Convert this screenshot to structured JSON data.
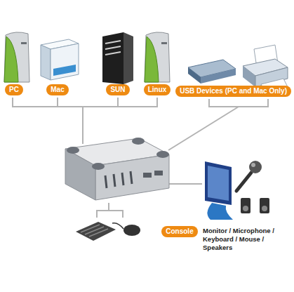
{
  "diagram": {
    "nodes": [
      {
        "text": [
          "PC"
        ]
      },
      {
        "text": [
          "Mac"
        ]
      },
      {
        "text": [
          "SUN"
        ]
      },
      {
        "text": [
          "Linux"
        ]
      },
      {
        "text": [
          "USB Devices (PC and Mac Only)"
        ]
      },
      {
        "text": [
          "Console"
        ]
      }
    ],
    "labels": [
      "Monitor / Microphone / Keyboard / Mouse / Speakers"
    ]
  }
}
